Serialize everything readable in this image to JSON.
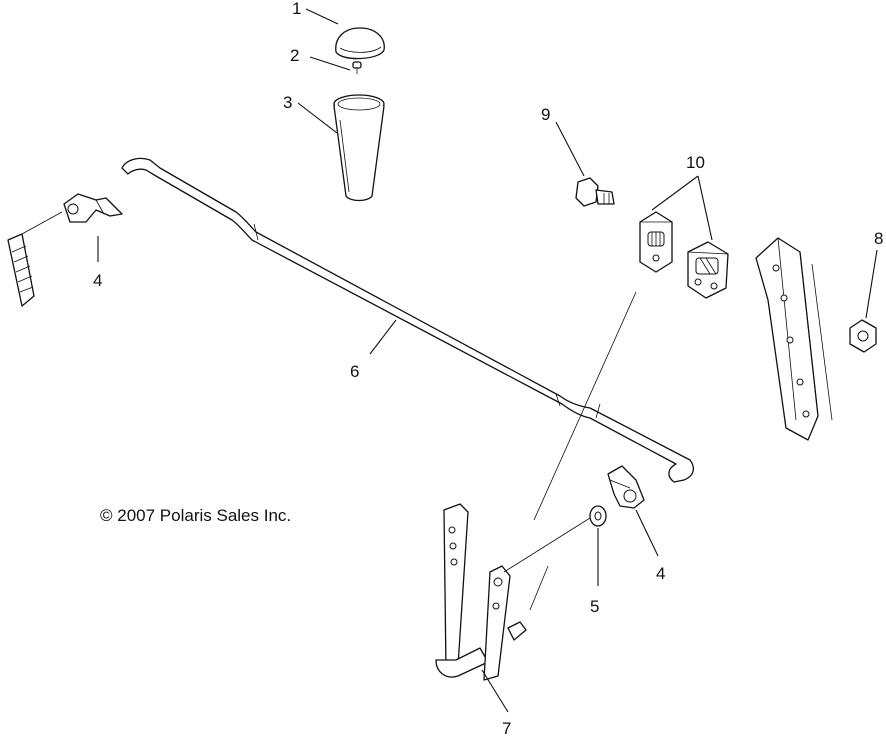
{
  "copyright": "© 2007 Polaris Sales Inc.",
  "callouts": {
    "c1": "1",
    "c2": "2",
    "c3": "3",
    "c4a": "4",
    "c4b": "4",
    "c5": "5",
    "c6": "6",
    "c7": "7",
    "c8": "8",
    "c9": "9",
    "c10": "10"
  },
  "colors": {
    "ink": "#111111",
    "paper": "#ffffff"
  }
}
